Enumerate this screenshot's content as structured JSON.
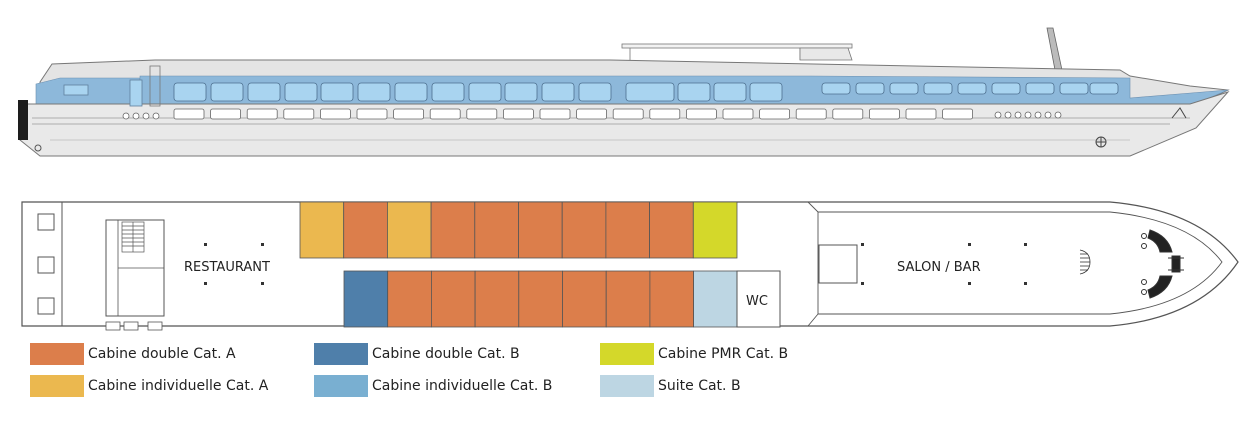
{
  "colors": {
    "double_a": "#dc7e4b",
    "individuelle_a": "#ebb84f",
    "double_b": "#4f7faa",
    "individuelle_b": "#79afd1",
    "pmr_b": "#d4d82a",
    "suite_b": "#bdd6e3",
    "hull_blue": "#8db8da",
    "window_blue": "#a9d4f0"
  },
  "deck": {
    "restaurant_label": "RESTAURANT",
    "salon_label": "SALON / BAR",
    "wc_label": "WC",
    "top_row": [
      "individuelle_a",
      "double_a",
      "individuelle_a",
      "double_a",
      "double_a",
      "double_a",
      "double_a",
      "double_a",
      "double_a",
      "pmr_b"
    ],
    "bottom_row": [
      "double_b",
      "double_a",
      "double_a",
      "double_a",
      "double_a",
      "double_a",
      "double_a",
      "double_a",
      "suite_b"
    ]
  },
  "legend": [
    {
      "label": "Cabine double Cat. A",
      "color_key": "double_a"
    },
    {
      "label": "Cabine double Cat. B",
      "color_key": "double_b"
    },
    {
      "label": "Cabine PMR Cat. B",
      "color_key": "pmr_b"
    },
    {
      "label": "Cabine individuelle Cat. A",
      "color_key": "individuelle_a"
    },
    {
      "label": "Cabine individuelle Cat. B",
      "color_key": "individuelle_b"
    },
    {
      "label": "Suite Cat. B",
      "color_key": "suite_b"
    }
  ]
}
